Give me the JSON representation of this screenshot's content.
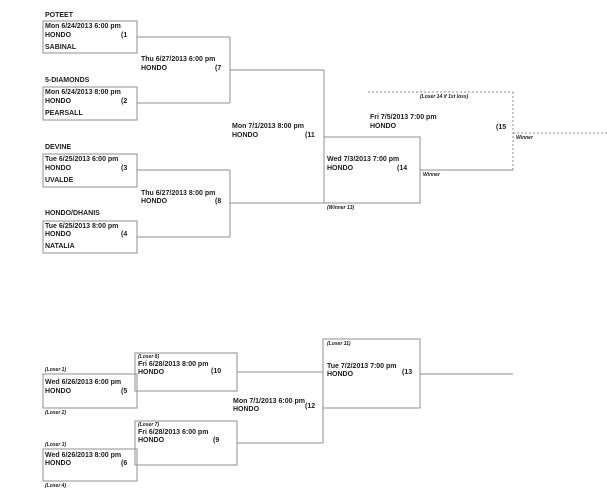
{
  "document_type": "double-elimination tournament bracket",
  "colors": {
    "line": "#8f8f8f",
    "text": "#1c1c1c",
    "background": "#ffffff"
  },
  "games": {
    "g1": {
      "num": "(1",
      "team_top": "POTEET",
      "team_bottom": "SABINAL",
      "dt": "Mon 6/24/2013 6:00 pm",
      "venue": "HONDO"
    },
    "g2": {
      "num": "(2",
      "team_top": "5-DIAMONDS",
      "team_bottom": "PEARSALL",
      "dt": "Mon 6/24/2013 8:00 pm",
      "venue": "HONDO"
    },
    "g3": {
      "num": "(3",
      "team_top": "DEVINE",
      "team_bottom": "UVALDE",
      "dt": "Tue 6/25/2013 6:00 pm",
      "venue": "HONDO"
    },
    "g4": {
      "num": "(4",
      "team_top": "HONDO/DHANIS",
      "team_bottom": "NATALIA",
      "dt": "Tue 6/25/2013 8:00 pm",
      "venue": "HONDO"
    },
    "g5": {
      "num": "(5",
      "top_label": "(Loser 1)",
      "bottom_label": "(Loser 2)",
      "dt": "Wed 6/26/2013 6:00 pm",
      "venue": "HONDO"
    },
    "g6": {
      "num": "(6",
      "top_label": "(Loser 3)",
      "bottom_label": "(Loser 4)",
      "dt": "Wed 6/26/2013 8:00 pm",
      "venue": "HONDO"
    },
    "g7": {
      "num": "(7",
      "dt": "Thu 6/27/2013 6:00 pm",
      "venue": "HONDO"
    },
    "g8": {
      "num": "(8",
      "dt": "Thu 6/27/2013 8:00 pm",
      "venue": "HONDO"
    },
    "g9": {
      "num": "(9",
      "top_label": "(Loser 7)",
      "dt": "Fri 6/28/2013 6:00 pm",
      "venue": "HONDO"
    },
    "g10": {
      "num": "(10",
      "top_label": "(Loser 8)",
      "dt": "Fri 6/28/2013 8:00 pm",
      "venue": "HONDO"
    },
    "g11": {
      "num": "(11",
      "dt": "Mon 7/1/2013 8:00 pm",
      "venue": "HONDO"
    },
    "g12": {
      "num": "(12",
      "dt": "Mon 7/1/2013 6:00 pm",
      "venue": "HONDO"
    },
    "g13": {
      "num": "(13",
      "top_label": "(Loser 11)",
      "dt": "Tue 7/2/2013 7:00 pm",
      "venue": "HONDO"
    },
    "g14": {
      "num": "(14",
      "bottom_label": "(Winner 13)",
      "winner_label": "Winner",
      "dt": "Wed 7/3/2013 7:00 pm",
      "venue": "HONDO"
    },
    "g15": {
      "num": "(15",
      "top_label": "(Loser 14 if 1st loss)",
      "winner_label": "Winner",
      "dt": "Fri 7/5/2013 7:00 pm",
      "venue": "HONDO"
    }
  }
}
